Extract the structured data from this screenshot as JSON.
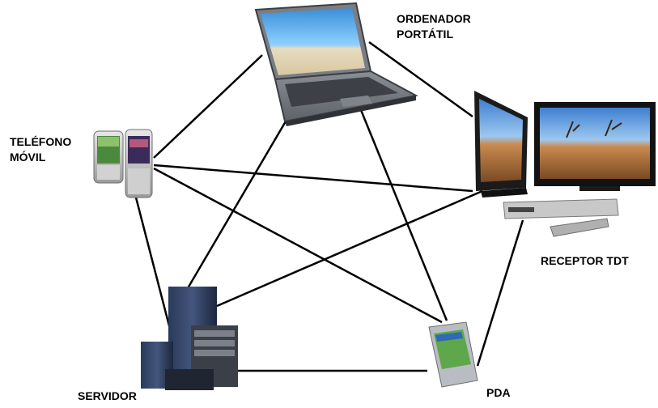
{
  "nodes": {
    "laptop": {
      "label_lines": [
        "ORDENADOR",
        "PORTÁTIL"
      ]
    },
    "phone": {
      "label_lines": [
        "TELÉFONO",
        "MÓVIL"
      ]
    },
    "tv": {
      "label_lines": [
        "RECEPTOR TDT"
      ]
    },
    "server": {
      "label_lines": [
        "SERVIDOR"
      ]
    },
    "pda": {
      "label_lines": [
        "PDA"
      ]
    }
  },
  "edges": [
    [
      "laptop",
      "phone"
    ],
    [
      "laptop",
      "tv"
    ],
    [
      "laptop",
      "server"
    ],
    [
      "laptop",
      "pda"
    ],
    [
      "phone",
      "tv"
    ],
    [
      "phone",
      "server"
    ],
    [
      "phone",
      "pda"
    ],
    [
      "tv",
      "server"
    ],
    [
      "tv",
      "pda"
    ],
    [
      "server",
      "pda"
    ]
  ],
  "colors": {
    "line": "#000000",
    "label": "#000000"
  }
}
